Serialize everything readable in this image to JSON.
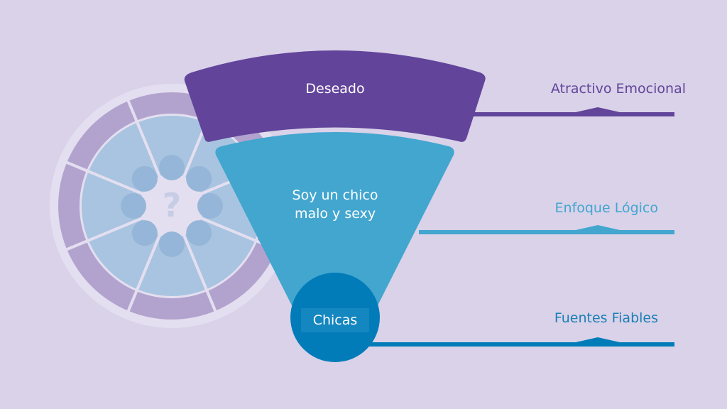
{
  "colors": {
    "background": "#d9d2e9",
    "purple": "#62449a",
    "blue": "#42a6cf",
    "dark_blue": "#017cb8"
  },
  "funnel": {
    "top_label": "Deseado",
    "middle_label_line1": "Soy un chico",
    "middle_label_line2": "malo y sexy",
    "bottom_label": "Chicas"
  },
  "wheel": {
    "center_icon": "question-mark-icon",
    "center_glyph": "?"
  },
  "legend": [
    {
      "label": "Atractivo Emocional",
      "color": "#62449a"
    },
    {
      "label": "Enfoque Lógico",
      "color": "#42a6cf"
    },
    {
      "label": "Fuentes Fiables",
      "color": "#017cb8"
    }
  ]
}
